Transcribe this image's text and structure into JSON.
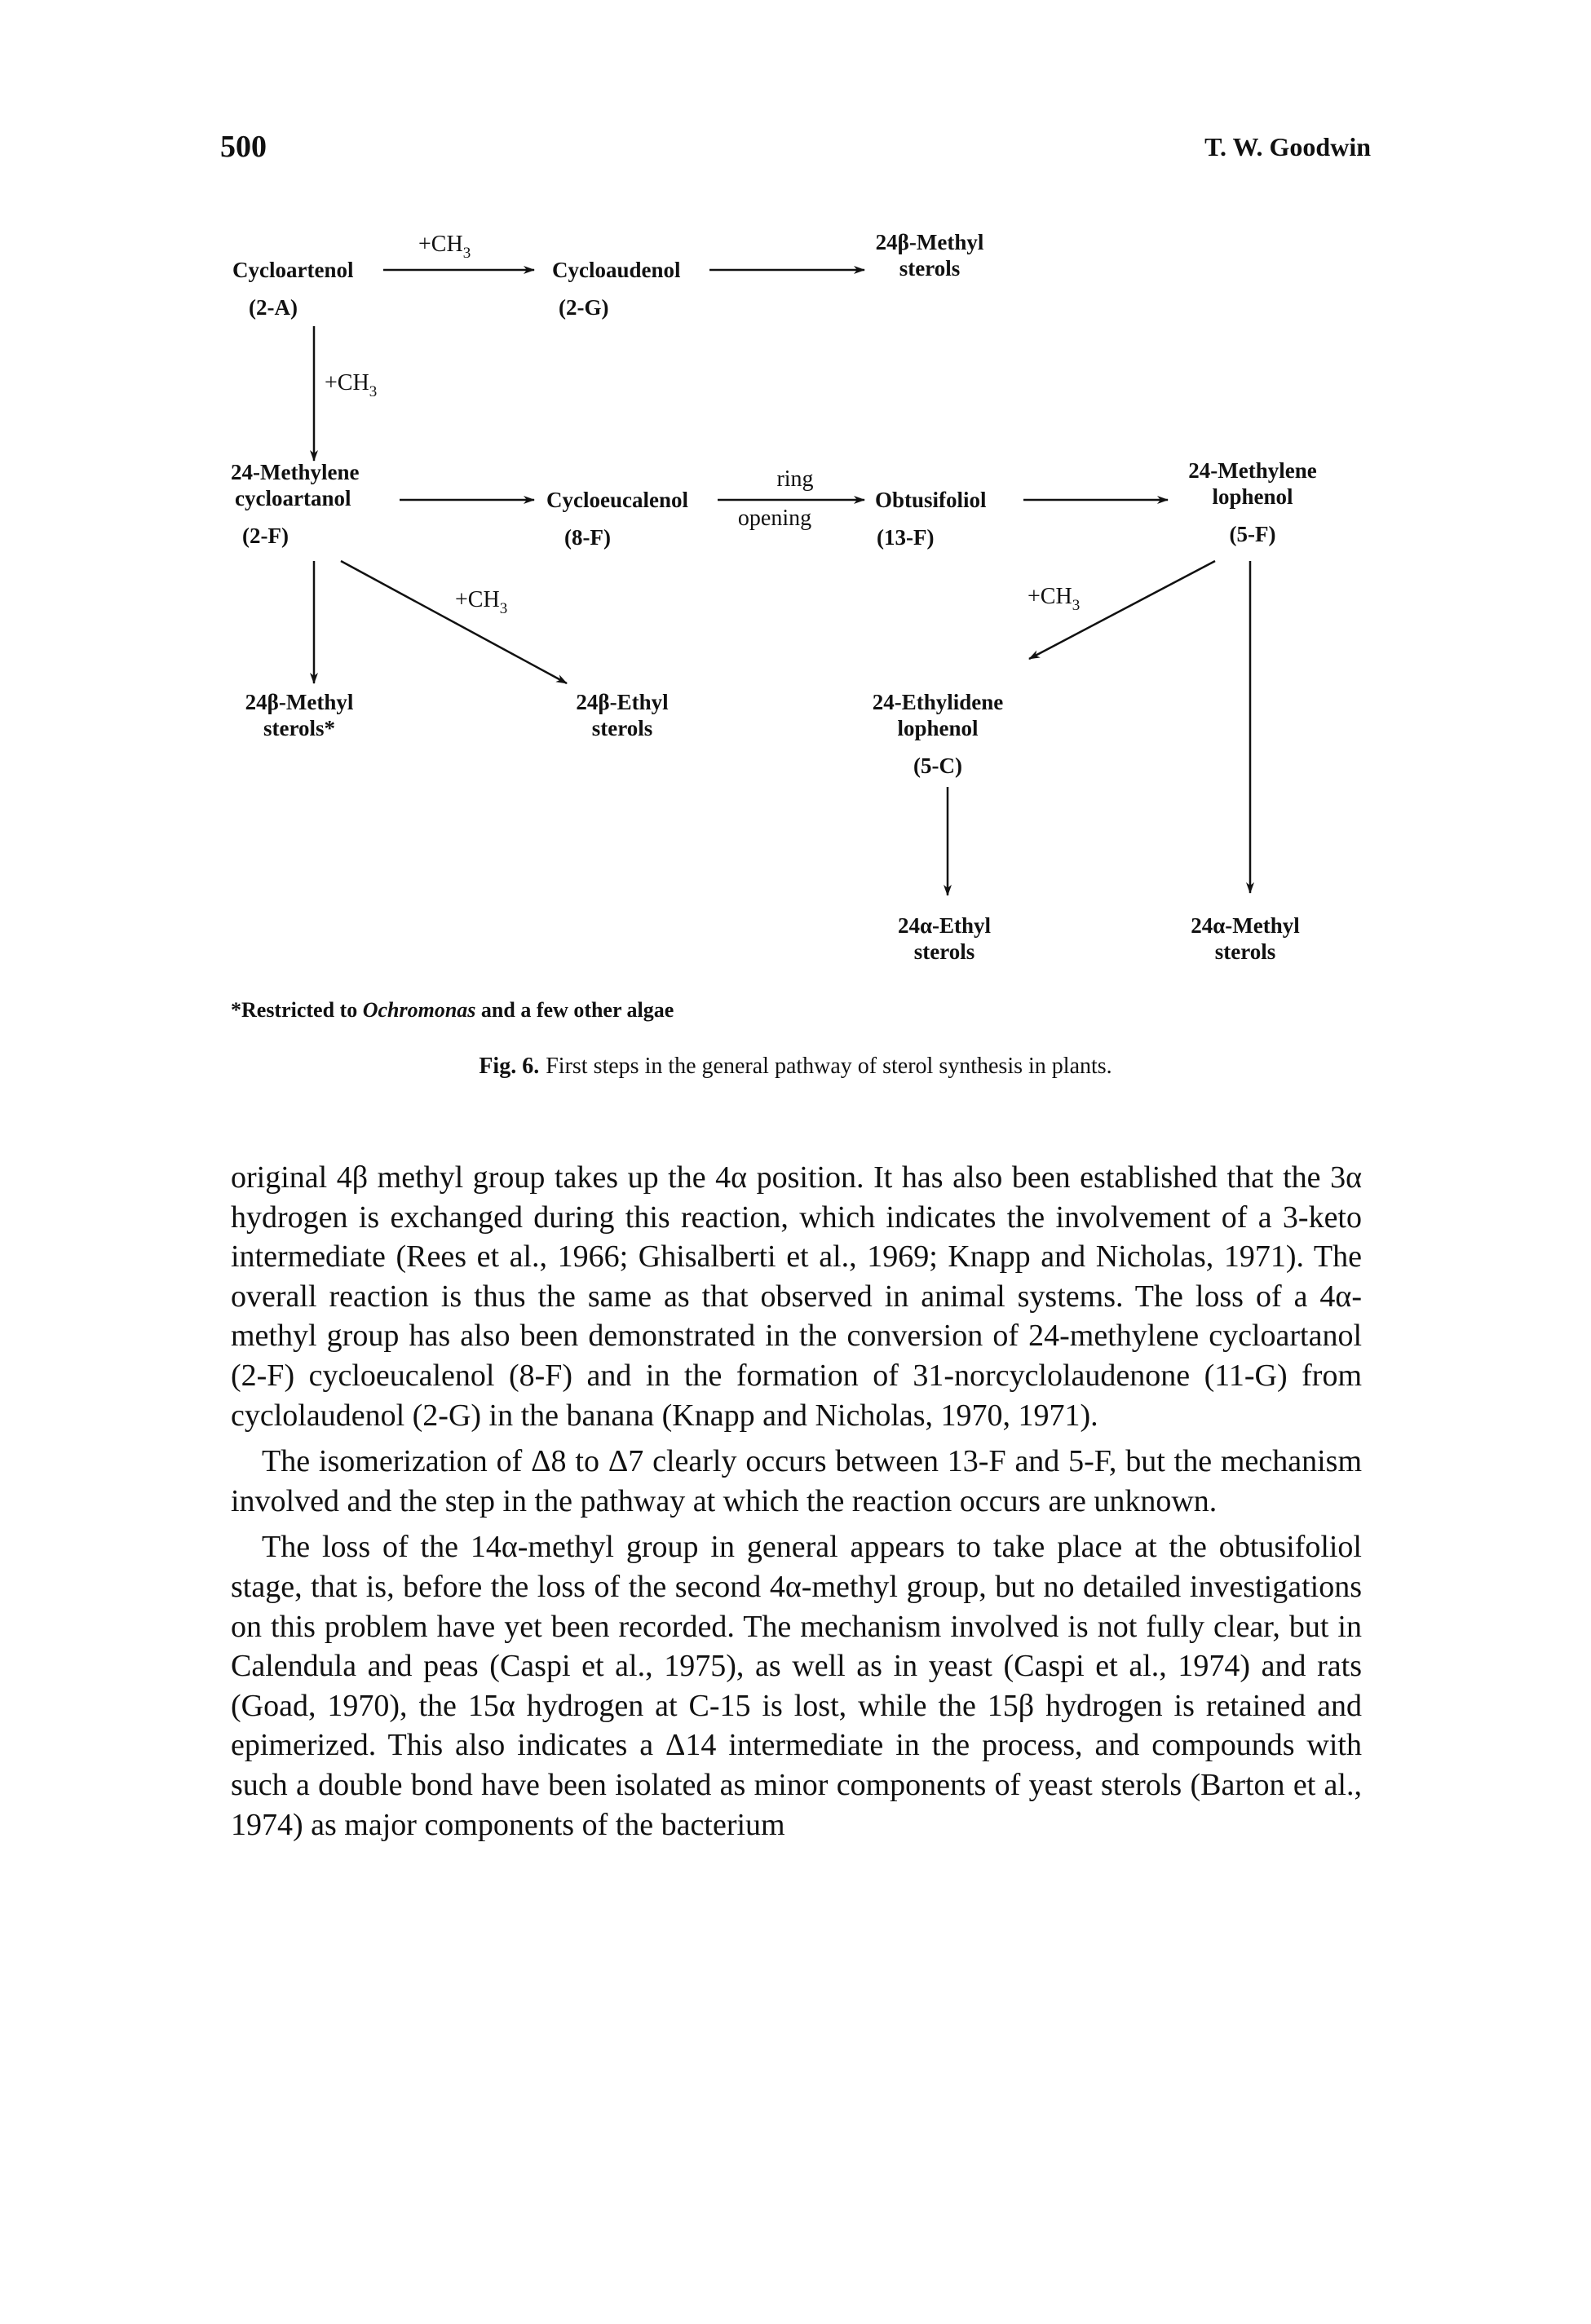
{
  "header": {
    "page_number": "500",
    "author": "T. W. Goodwin"
  },
  "figure": {
    "compounds": {
      "cycloartenol": {
        "name": "Cycloartenol",
        "code": "(2-A)"
      },
      "cycloaudenol": {
        "name": "Cycloaudenol",
        "code": "(2-G)"
      },
      "methyl_sterols_top": {
        "line1": "24β-Methyl",
        "line2": "sterols"
      },
      "methylene_cycloartanol": {
        "line1": "24-Methylene",
        "line2": "cycloartanol",
        "code": "(2-F)"
      },
      "cycloeucalenol": {
        "name": "Cycloeucalenol",
        "code": "(8-F)"
      },
      "obtusifoliol": {
        "name": "Obtusifoliol",
        "code": "(13-F)"
      },
      "methylene_lophenol": {
        "line1": "24-Methylene",
        "line2": "lophenol",
        "code": "(5-F)"
      },
      "methyl_sterols_star": {
        "line1": "24β-Methyl",
        "line2": "sterols*"
      },
      "ethyl_sterols_beta": {
        "line1": "24β-Ethyl",
        "line2": "sterols"
      },
      "ethylidene_lophenol": {
        "line1": "24-Ethylidene",
        "line2": "lophenol",
        "code": "(5-C)"
      },
      "ethyl_sterols_alpha": {
        "line1": "24α-Ethyl",
        "line2": "sterols"
      },
      "methyl_sterols_alpha": {
        "line1": "24α-Methyl",
        "line2": "sterols"
      }
    },
    "arrow_labels": {
      "ch3_top": "+CH",
      "ch3_down": "+CH",
      "ch3_diag_left": "+CH",
      "ch3_diag_right": "+CH",
      "subscript": "3",
      "ring": "ring",
      "opening": "opening"
    }
  },
  "footnote": {
    "prefix": "*Restricted to",
    "genus": "Ochromonas",
    "suffix": "and a few other algae"
  },
  "caption": {
    "label": "Fig. 6.",
    "text": "First steps in the general pathway of sterol synthesis in plants."
  },
  "body": {
    "p1": "original 4β methyl group takes up the 4α position. It has also been established that the 3α hydrogen is exchanged during this reaction, which indicates the involvement of a 3-keto intermediate (Rees et al., 1966; Ghisalberti et al., 1969; Knapp and Nicholas, 1971). The overall reaction is thus the same as that observed in animal systems. The loss of a 4α-methyl group has also been demonstrated in the conversion of 24-methylene cycloartanol (2-F) cycloeucalenol (8-F) and in the formation of 31-norcyclolaudenone (11-G) from cyclolaudenol (2-G) in the banana (Knapp and Nicholas, 1970, 1971).",
    "p2": "The isomerization of Δ8 to Δ7 clearly occurs between 13-F and 5-F, but the mechanism involved and the step in the pathway at which the reaction occurs are unknown.",
    "p3": "The loss of the 14α-methyl group in general appears to take place at the obtusifoliol stage, that is, before the loss of the second 4α-methyl group, but no detailed investigations on this problem have yet been recorded. The mechanism involved is not fully clear, but in Calendula and peas (Caspi et al., 1975), as well as in yeast (Caspi et al., 1974) and rats (Goad, 1970), the 15α hydrogen at C-15 is lost, while the 15β hydrogen is retained and epimerized. This also indicates a Δ14 intermediate in the process, and compounds with such a double bond have been isolated as minor components of yeast sterols (Barton et al., 1974) as major components of the bacterium"
  }
}
